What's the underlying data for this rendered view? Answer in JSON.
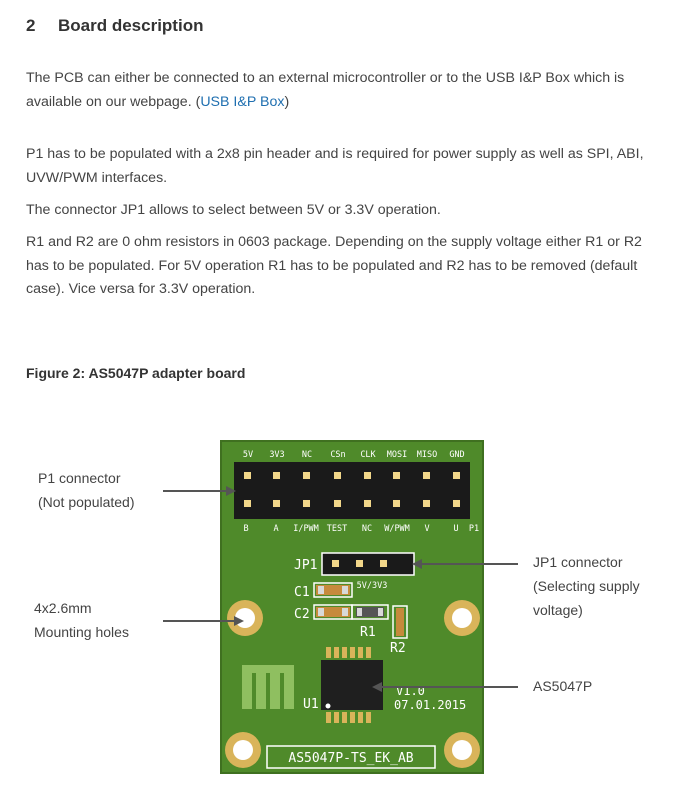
{
  "section": {
    "number": "2",
    "title": "Board description"
  },
  "intro": {
    "text": "The PCB can either be connected to an external microcontroller or to the USB I&P Box which is available on our webpage. (",
    "link": "USB I&P Box",
    "close": ")"
  },
  "p1_text": "P1 has to be populated with a 2x8 pin header and is required for power supply as well as SPI, ABI, UVW/PWM interfaces.",
  "jp1_text": "The connector JP1 allows to select between 5V or 3.3V operation.",
  "r_text": "R1 and R2 are 0 ohm resistors in 0603 package. Depending on the supply voltage either R1 or R2 has to be populated. For 5V operation R1 has to be populated and R2 has to be removed (default case). Vice versa for 3.3V operation.",
  "figure_title": "Figure 2: AS5047P adapter board",
  "annotations": {
    "p1": [
      "P1 connector",
      "(Not populated)"
    ],
    "holes": [
      "4x2.6mm",
      "Mounting holes"
    ],
    "jp1": [
      "JP1 connector",
      "(Selecting supply",
      "voltage)"
    ],
    "chip": "AS5047P"
  },
  "board": {
    "top_pins": [
      "5V",
      "3V3",
      "NC",
      "CSn",
      "CLK",
      "MOSI",
      "MISO",
      "GND"
    ],
    "bottom_pins": [
      "B",
      "A",
      "I/PWM",
      "TEST",
      "NC",
      "W/PWM",
      "V",
      "U"
    ],
    "p1_label": "P1",
    "jp1_label": "JP1",
    "jp1_sub": "5V/3V3",
    "c1": "C1",
    "c2": "C2",
    "r1": "R1",
    "r2": "R2",
    "u1": "U1",
    "version": "V1.0",
    "date": "07.01.2015",
    "name": "AS5047P-TS_EK_AB",
    "colors": {
      "pcb": "#4f8a2a",
      "silk": "#ffffff",
      "pad": "#d9b45a",
      "header": "#1a1a1a"
    }
  }
}
